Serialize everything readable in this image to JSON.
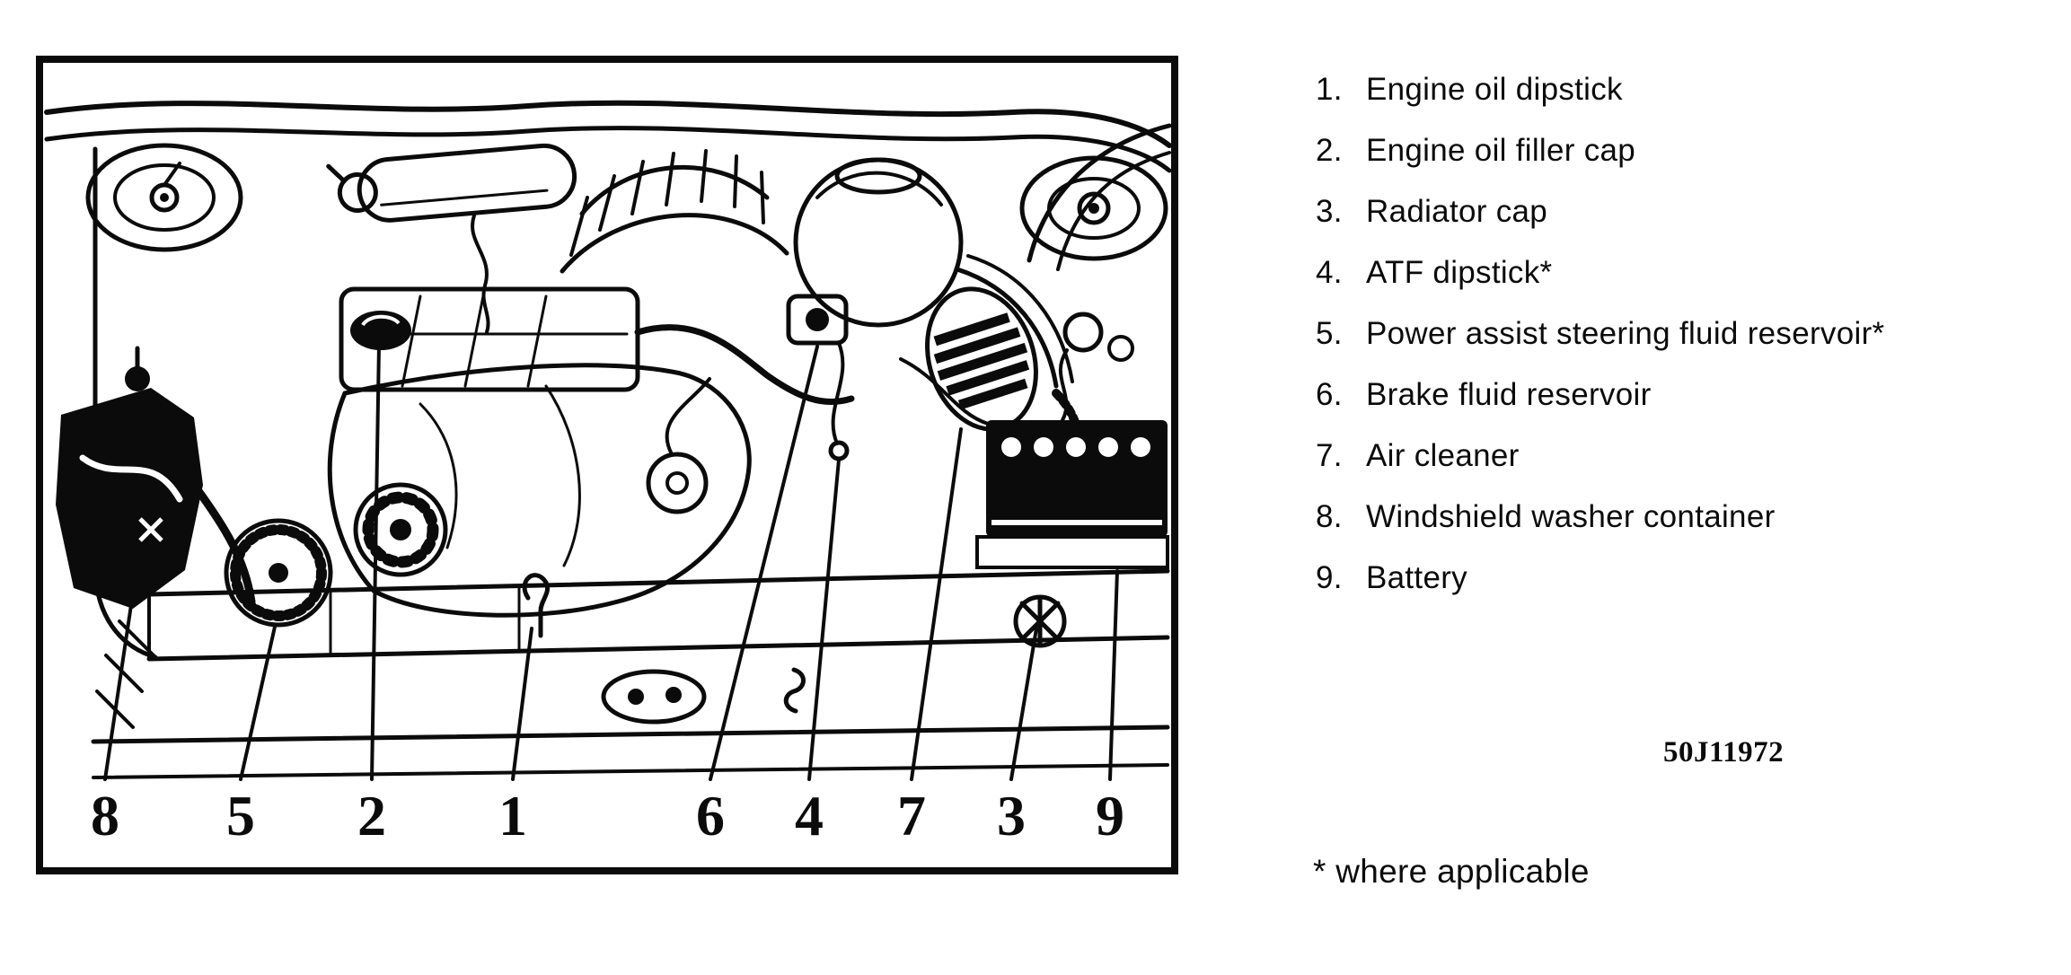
{
  "figure": {
    "code": "50J11972",
    "footnote": "* where applicable"
  },
  "legend": {
    "items": [
      {
        "number": "1.",
        "label": "Engine oil dipstick"
      },
      {
        "number": "2.",
        "label": "Engine oil filler cap"
      },
      {
        "number": "3.",
        "label": "Radiator cap"
      },
      {
        "number": "4.",
        "label": "ATF dipstick*"
      },
      {
        "number": "5.",
        "label": "Power assist steering fluid reservoir*"
      },
      {
        "number": "6.",
        "label": "Brake fluid reservoir"
      },
      {
        "number": "7.",
        "label": "Air cleaner"
      },
      {
        "number": "8.",
        "label": "Windshield washer container"
      },
      {
        "number": "9.",
        "label": "Battery"
      }
    ]
  },
  "callouts": [
    {
      "label": "8"
    },
    {
      "label": "5"
    },
    {
      "label": "2"
    },
    {
      "label": "1"
    },
    {
      "label": "6"
    },
    {
      "label": "4"
    },
    {
      "label": "7"
    },
    {
      "label": "3"
    },
    {
      "label": "9"
    }
  ]
}
